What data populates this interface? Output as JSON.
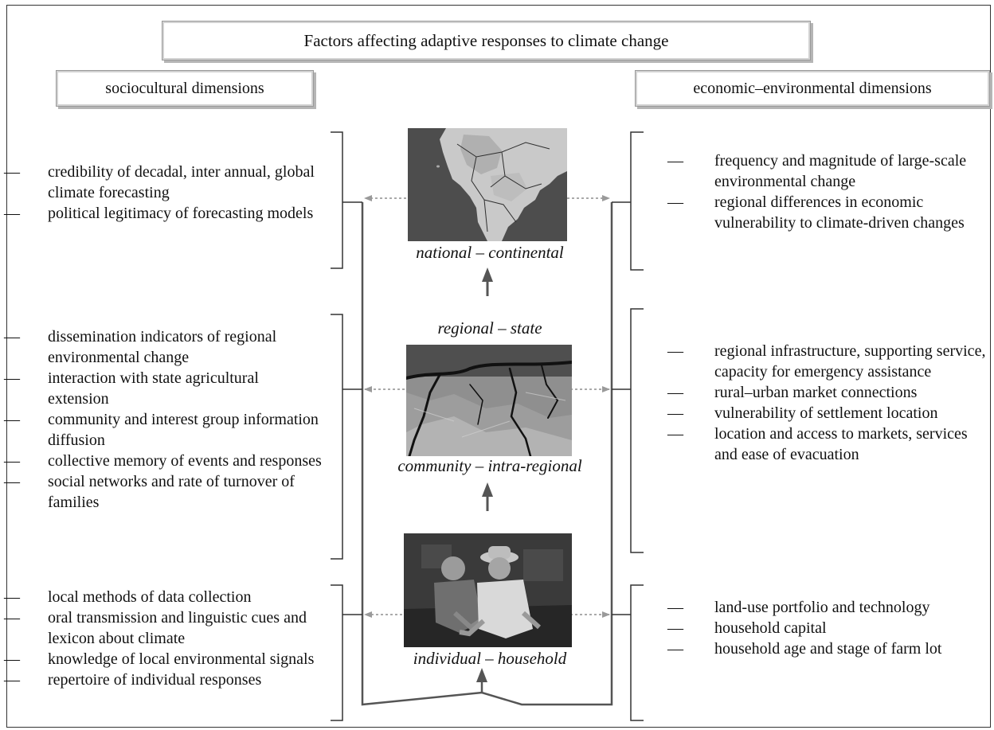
{
  "title": "Factors affecting adaptive responses to climate change",
  "dimensions": {
    "sociocultural": "sociocultural dimensions",
    "economic": "economic–environmental dimensions"
  },
  "dash": "—",
  "scales": {
    "national": "national – continental",
    "regional": "regional – state",
    "community": "community – intra-regional",
    "individual": "individual – household"
  },
  "sociocultural_factors": {
    "national": [
      "credibility of decadal, inter annual, global climate forecasting",
      "political legitimacy of forecasting models"
    ],
    "regional": [
      "dissemination indicators of regional environmental change",
      "interaction with state agricultural extension",
      "community and interest group information diffusion",
      "collective memory of events and responses",
      "social networks and rate of turnover of families"
    ],
    "individual": [
      "local methods of data collection",
      "oral transmission and linguistic cues and lexicon about climate",
      "knowledge of local environmental signals",
      "repertoire of individual responses"
    ]
  },
  "economic_factors": {
    "national": [
      "frequency and magnitude of large-scale environmental change",
      "regional differences in economic vulnerability to climate-driven changes"
    ],
    "regional": [
      "regional infrastructure, supporting service, capacity for emergency assistance",
      "rural–urban market connections",
      "vulnerability of settlement location",
      "location and access to markets, services and ease of evacuation"
    ],
    "individual": [
      "land-use portfolio and technology",
      "household capital",
      "household age and stage of farm lot"
    ]
  }
}
